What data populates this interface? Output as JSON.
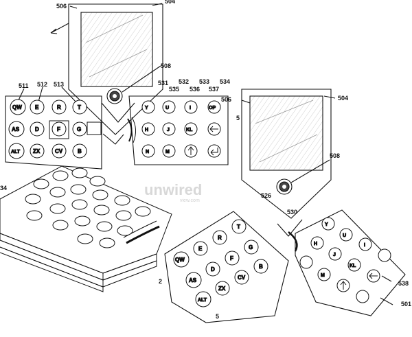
{
  "refs": {
    "r504a": "504",
    "r506a": "506",
    "r508a": "508",
    "r511": "511",
    "r512": "512",
    "r513": "513",
    "r531": "531",
    "r532": "532",
    "r533": "533",
    "r534": "534",
    "r535": "535",
    "r536": "536",
    "r537": "537",
    "r506b": "506",
    "r504b": "504",
    "r508b": "508",
    "r526": "526",
    "r530": "530",
    "r538": "538",
    "r501": "501",
    "r34": "34",
    "r5a": "5",
    "r5b": "5",
    "r2": "2"
  },
  "keys": {
    "qw": "QW",
    "e": "E",
    "r": "R",
    "t": "T",
    "as": "AS",
    "d": "D",
    "f": "F",
    "g": "G",
    "alt": "ALT",
    "zx": "ZX",
    "cv": "CV",
    "b": "B",
    "y": "Y",
    "u": "U",
    "i": "I",
    "op": "OP",
    "h": "H",
    "j": "J",
    "kl": "KL",
    "n": "N",
    "m": "M",
    "qw2": "QW",
    "e2": "E",
    "r2": "R",
    "t2": "T",
    "as2": "AS",
    "d2": "D",
    "f2": "F",
    "g2": "G",
    "alt2": "ALT",
    "zx2": "ZX",
    "cv2": "CV",
    "b2": "B",
    "y2": "Y",
    "u2": "U",
    "i2": "I",
    "h2": "H",
    "j2": "J",
    "kl2": "KL",
    "m2": "M"
  },
  "watermark": {
    "line1": "unwired",
    "line2": "view.com"
  }
}
